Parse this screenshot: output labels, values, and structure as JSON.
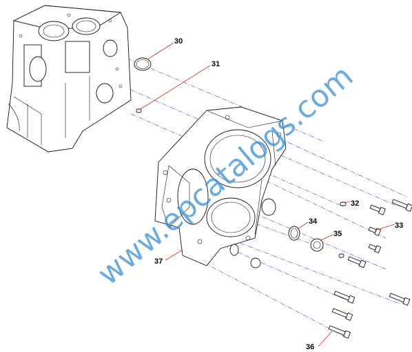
{
  "colors": {
    "center_line": "#5b5bd6",
    "leader_line": "#e02020",
    "watermark": "#3a8fd6",
    "line_art": "#111111"
  },
  "watermark": {
    "text": "www.epcatalogs.com"
  },
  "callouts": [
    {
      "id": "30",
      "label": "30"
    },
    {
      "id": "31",
      "label": "31"
    },
    {
      "id": "32",
      "label": "32"
    },
    {
      "id": "33",
      "label": "33"
    },
    {
      "id": "34",
      "label": "34"
    },
    {
      "id": "35",
      "label": "35"
    },
    {
      "id": "36",
      "label": "36"
    },
    {
      "id": "37",
      "label": "37"
    }
  ]
}
